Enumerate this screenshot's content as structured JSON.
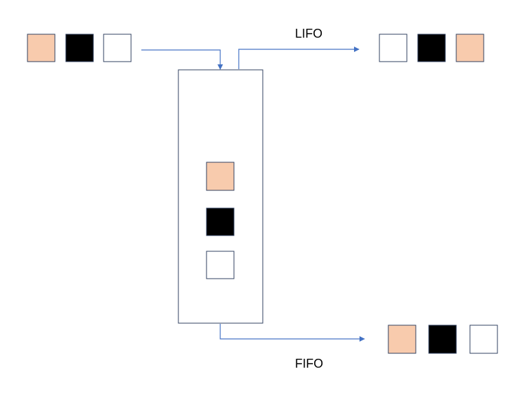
{
  "labels": {
    "lifo": "LIFO",
    "fifo": "FIFO"
  },
  "colors": {
    "peach": "#f8cbad",
    "black": "#000000",
    "white": "#ffffff",
    "outline": "#2f3f5f",
    "arrow": "#4472c4"
  },
  "input_blocks": [
    "peach",
    "black",
    "white"
  ],
  "stack_blocks_top_to_bottom": [
    "peach",
    "black",
    "white"
  ],
  "lifo_output_blocks": [
    "white",
    "black",
    "peach"
  ],
  "fifo_output_blocks": [
    "peach",
    "black",
    "white"
  ]
}
